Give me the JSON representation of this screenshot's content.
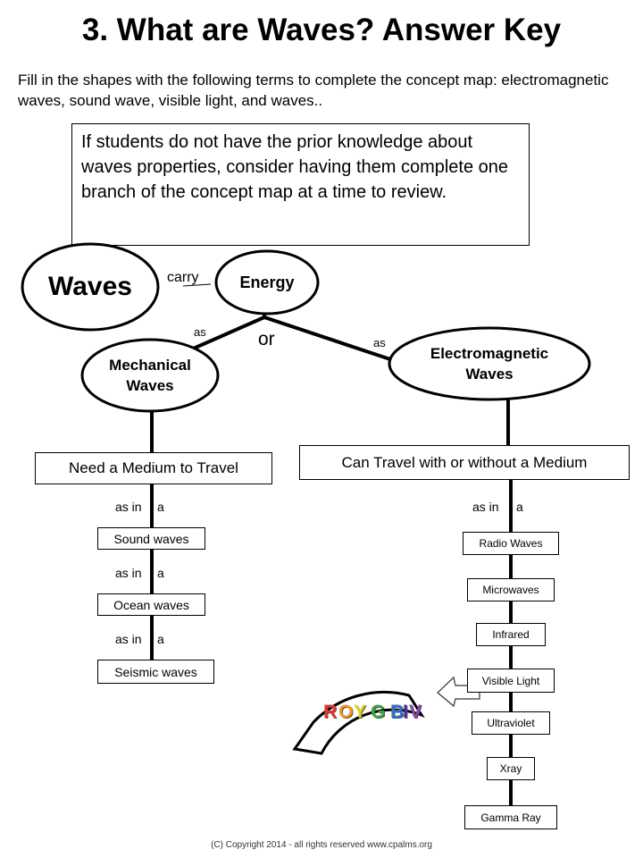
{
  "title": "3. What are Waves? Answer Key",
  "instructions": "Fill in the shapes with the following terms to complete the concept map: electromagnetic waves, sound wave, visible light, and waves..",
  "teacher_note": "If students do not have the prior knowledge about waves properties, consider having them complete one branch of the concept map at a time to review.",
  "nodes": {
    "waves": "Waves",
    "energy": "Energy",
    "mechanical_line1": "Mechanical",
    "mechanical_line2": "Waves",
    "em_line1": "Electromagnetic",
    "em_line2": "Waves",
    "need_medium": "Need a Medium to Travel",
    "can_travel": "Can Travel with or without a Medium"
  },
  "links": {
    "carry": "carry",
    "as_left": "as",
    "as_right": "as",
    "or": "or",
    "as_in": "as in",
    "a": "a"
  },
  "mechanical_examples": [
    "Sound waves",
    "Ocean waves",
    "Seismic waves"
  ],
  "em_spectrum": [
    "Radio Waves",
    "Microwaves",
    "Infrared",
    "Visible Light",
    "Ultraviolet",
    "Xray",
    "Gamma Ray"
  ],
  "rainbow_letters": [
    "R",
    "O",
    "Y",
    "G",
    "B",
    "I",
    "V"
  ],
  "rainbow_colors": [
    "#e8362b",
    "#f39a1e",
    "#e3d417",
    "#3aa83a",
    "#2f6fd1",
    "#4b2a9a",
    "#8a3fb8"
  ],
  "footer": "(C) Copyright 2014 - all rights reserved www.cpalms.org"
}
